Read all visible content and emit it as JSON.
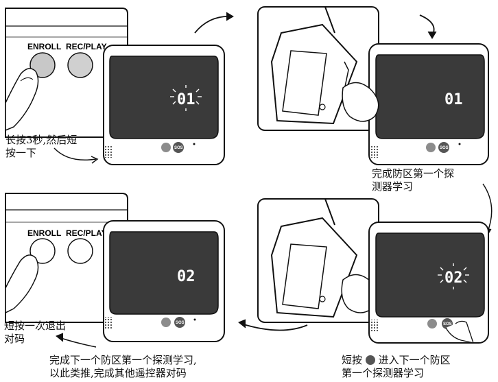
{
  "panels": {
    "step1": {
      "enroll_label": "ENROLL",
      "recplay_label": "REC/PLAY",
      "display_digits": "01",
      "caption": "长按3秒,然后短\n按一下"
    },
    "step2": {
      "display_digits": "01",
      "caption": "完成防区第一个探\n测器学习"
    },
    "step3": {
      "display_digits": "02",
      "caption_before": "短按",
      "caption_after": "进入下一个防区\n第一个探测器学习"
    },
    "step4": {
      "enroll_label": "ENROLL",
      "recplay_label": "REC/PLAY",
      "display_digits": "02",
      "caption": "短按一次退出\n对码"
    }
  },
  "bottom_caption": "完成下一个防区第一个探测学习,\n以此类推,完成其他遥控器对码",
  "device": {
    "sos_label": "SOS",
    "screen_color": "#3a3a3a",
    "button_grey": "#8c8c8c"
  }
}
